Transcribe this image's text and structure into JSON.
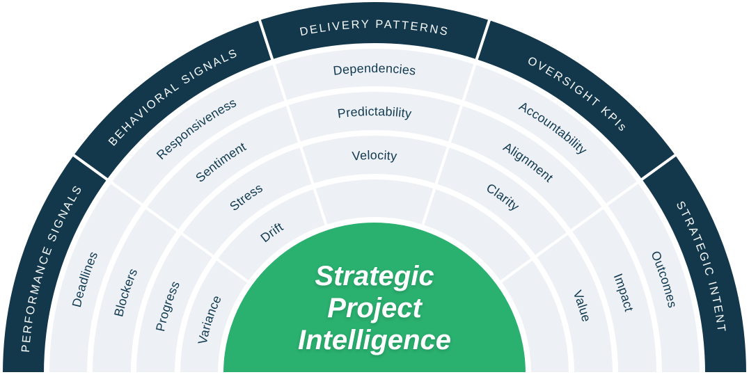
{
  "title": {
    "lines": [
      "Strategic",
      "Project",
      "Intelligence"
    ]
  },
  "colors": {
    "dark_ring": "#13384c",
    "band": "#edf0f4",
    "divider": "#ffffff",
    "green": "#2ab06f",
    "category_text": "#f7fafb",
    "item_text": "#113a50",
    "center_text": "#ffffff",
    "background": "#ffffff"
  },
  "sectors": [
    {
      "label": "PERFORMANCE SIGNALS",
      "items": [
        "Deadlines",
        "Blockers",
        "Progress",
        "Variance"
      ]
    },
    {
      "label": "BEHAVIORAL SIGNALS",
      "items": [
        "Responsiveness",
        "Sentiment",
        "Stress",
        "Drift"
      ]
    },
    {
      "label": "DELIVERY PATTERNS",
      "items": [
        "Dependencies",
        "Predictability",
        "Velocity"
      ]
    },
    {
      "label": "OVERSIGHT KPIs",
      "items": [
        "Accountability",
        "Alignment",
        "Clarity"
      ]
    },
    {
      "label": "STRATEGIC INTENT",
      "items": [
        "Outcomes",
        "Impact",
        "Value"
      ]
    }
  ]
}
